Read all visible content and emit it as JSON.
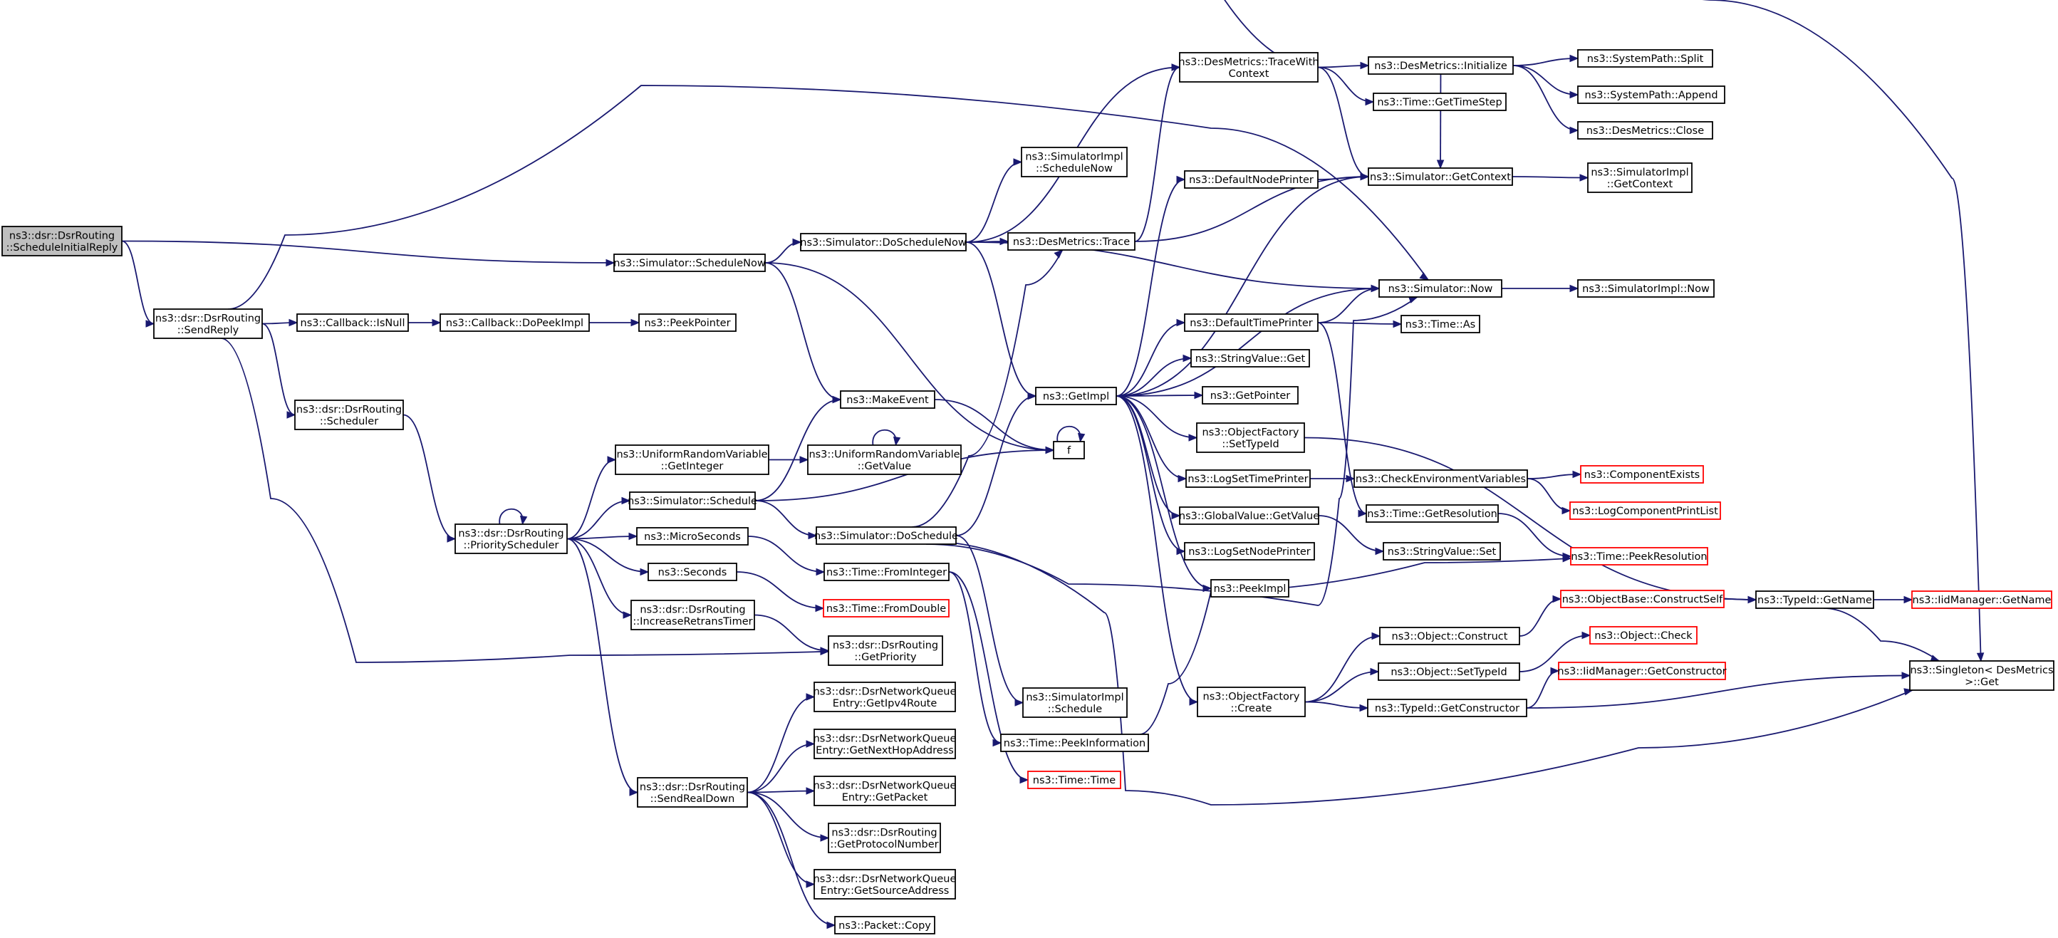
{
  "diagram": {
    "nodes": [
      {
        "id": "root",
        "lines": [
          "ns3::dsr::DsrRouting",
          "::ScheduleInitialReply"
        ],
        "style": "root"
      },
      {
        "id": "sendreply",
        "lines": [
          "ns3::dsr::DsrRouting",
          "::SendReply"
        ]
      },
      {
        "id": "schednow",
        "lines": [
          "ns3::Simulator::ScheduleNow"
        ]
      },
      {
        "id": "doschednow",
        "lines": [
          "ns3::Simulator::DoScheduleNow"
        ]
      },
      {
        "id": "simimplschednow",
        "lines": [
          "ns3::SimulatorImpl",
          "::ScheduleNow"
        ]
      },
      {
        "id": "destrace",
        "lines": [
          "ns3::DesMetrics::Trace"
        ]
      },
      {
        "id": "destracewith",
        "lines": [
          "ns3::DesMetrics::TraceWith",
          "Context"
        ]
      },
      {
        "id": "desinit",
        "lines": [
          "ns3::DesMetrics::Initialize"
        ]
      },
      {
        "id": "syssplit",
        "lines": [
          "ns3::SystemPath::Split"
        ]
      },
      {
        "id": "sysappend",
        "lines": [
          "ns3::SystemPath::Append"
        ]
      },
      {
        "id": "desclose",
        "lines": [
          "ns3::DesMetrics::Close"
        ]
      },
      {
        "id": "timegetstep",
        "lines": [
          "ns3::Time::GetTimeStep"
        ]
      },
      {
        "id": "defnodeprinter",
        "lines": [
          "ns3::DefaultNodePrinter"
        ]
      },
      {
        "id": "simgetcontext",
        "lines": [
          "ns3::Simulator::GetContext"
        ]
      },
      {
        "id": "simimplgetcontext",
        "lines": [
          "ns3::SimulatorImpl",
          "::GetContext"
        ]
      },
      {
        "id": "simnow",
        "lines": [
          "ns3::Simulator::Now"
        ]
      },
      {
        "id": "simimplnow",
        "lines": [
          "ns3::SimulatorImpl::Now"
        ]
      },
      {
        "id": "deftimeprinter",
        "lines": [
          "ns3::DefaultTimePrinter"
        ]
      },
      {
        "id": "timeas",
        "lines": [
          "ns3::Time::As"
        ]
      },
      {
        "id": "stringvalueget",
        "lines": [
          "ns3::StringValue::Get"
        ]
      },
      {
        "id": "getimpl",
        "lines": [
          "ns3::GetImpl"
        ]
      },
      {
        "id": "getpointer",
        "lines": [
          "ns3::GetPointer"
        ]
      },
      {
        "id": "objfactsettypeid",
        "lines": [
          "ns3::ObjectFactory",
          "::SetTypeId"
        ]
      },
      {
        "id": "logsettimeprinter",
        "lines": [
          "ns3::LogSetTimePrinter"
        ]
      },
      {
        "id": "checkenv",
        "lines": [
          "ns3::CheckEnvironmentVariables"
        ]
      },
      {
        "id": "compexists",
        "lines": [
          "ns3::ComponentExists"
        ],
        "style": "red"
      },
      {
        "id": "logcompprint",
        "lines": [
          "ns3::LogComponentPrintList"
        ],
        "style": "red"
      },
      {
        "id": "timegetres",
        "lines": [
          "ns3::Time::GetResolution"
        ]
      },
      {
        "id": "globalvalueget",
        "lines": [
          "ns3::GlobalValue::GetValue"
        ]
      },
      {
        "id": "stringvalueset",
        "lines": [
          "ns3::StringValue::Set"
        ]
      },
      {
        "id": "logsetnodeprinter",
        "lines": [
          "ns3::LogSetNodePrinter"
        ]
      },
      {
        "id": "peekimpl",
        "lines": [
          "ns3::PeekImpl"
        ]
      },
      {
        "id": "timepeekres",
        "lines": [
          "ns3::Time::PeekResolution"
        ],
        "style": "red"
      },
      {
        "id": "objfactcreate",
        "lines": [
          "ns3::ObjectFactory",
          "::Create"
        ]
      },
      {
        "id": "objconstruct",
        "lines": [
          "ns3::Object::Construct"
        ]
      },
      {
        "id": "objbaseconstructself",
        "lines": [
          "ns3::ObjectBase::ConstructSelf"
        ],
        "style": "red"
      },
      {
        "id": "typeidgetname",
        "lines": [
          "ns3::TypeId::GetName"
        ]
      },
      {
        "id": "iidgetname",
        "lines": [
          "ns3::IidManager::GetName"
        ],
        "style": "red"
      },
      {
        "id": "objsettypeid",
        "lines": [
          "ns3::Object::SetTypeId"
        ]
      },
      {
        "id": "objcheck",
        "lines": [
          "ns3::Object::Check"
        ],
        "style": "red"
      },
      {
        "id": "typeidgetctor",
        "lines": [
          "ns3::TypeId::GetConstructor"
        ]
      },
      {
        "id": "iidgetctor",
        "lines": [
          "ns3::IidManager::GetConstructor"
        ],
        "style": "red"
      },
      {
        "id": "singleton",
        "lines": [
          "ns3::Singleton< DesMetrics",
          " >::Get"
        ]
      },
      {
        "id": "cbisnull",
        "lines": [
          "ns3::Callback::IsNull"
        ]
      },
      {
        "id": "cbdopeek",
        "lines": [
          "ns3::Callback::DoPeekImpl"
        ]
      },
      {
        "id": "peekpointer",
        "lines": [
          "ns3::PeekPointer"
        ]
      },
      {
        "id": "scheduler",
        "lines": [
          "ns3::dsr::DsrRouting",
          "::Scheduler"
        ]
      },
      {
        "id": "makeevent",
        "lines": [
          "ns3::MakeEvent"
        ]
      },
      {
        "id": "f",
        "lines": [
          "f"
        ]
      },
      {
        "id": "urvgetint",
        "lines": [
          "ns3::UniformRandomVariable",
          "::GetInteger"
        ]
      },
      {
        "id": "urvgetval",
        "lines": [
          "ns3::UniformRandomVariable",
          "::GetValue"
        ]
      },
      {
        "id": "simschedule",
        "lines": [
          "ns3::Simulator::Schedule"
        ]
      },
      {
        "id": "simdoschedule",
        "lines": [
          "ns3::Simulator::DoSchedule"
        ]
      },
      {
        "id": "priosched",
        "lines": [
          "ns3::dsr::DsrRouting",
          "::PriorityScheduler"
        ]
      },
      {
        "id": "microseconds",
        "lines": [
          "ns3::MicroSeconds"
        ]
      },
      {
        "id": "seconds",
        "lines": [
          "ns3::Seconds"
        ]
      },
      {
        "id": "timefromint",
        "lines": [
          "ns3::Time::FromInteger"
        ]
      },
      {
        "id": "timefromdouble",
        "lines": [
          "ns3::Time::FromDouble"
        ],
        "style": "red"
      },
      {
        "id": "incretrans",
        "lines": [
          "ns3::dsr::DsrRouting",
          "::IncreaseRetransTimer"
        ]
      },
      {
        "id": "getpriority",
        "lines": [
          "ns3::dsr::DsrRouting",
          "::GetPriority"
        ]
      },
      {
        "id": "simimplschedule",
        "lines": [
          "ns3::SimulatorImpl",
          "::Schedule"
        ]
      },
      {
        "id": "timepeekinfo",
        "lines": [
          "ns3::Time::PeekInformation"
        ]
      },
      {
        "id": "timetime",
        "lines": [
          "ns3::Time::Time"
        ],
        "style": "red"
      },
      {
        "id": "sendrealdown",
        "lines": [
          "ns3::dsr::DsrRouting",
          "::SendRealDown"
        ]
      },
      {
        "id": "nqgetipv4",
        "lines": [
          "ns3::dsr::DsrNetworkQueue",
          "Entry::GetIpv4Route"
        ]
      },
      {
        "id": "nqgetnexthop",
        "lines": [
          "ns3::dsr::DsrNetworkQueue",
          "Entry::GetNextHopAddress"
        ]
      },
      {
        "id": "nqgetpacket",
        "lines": [
          "ns3::dsr::DsrNetworkQueue",
          "Entry::GetPacket"
        ]
      },
      {
        "id": "getprotonum",
        "lines": [
          "ns3::dsr::DsrRouting",
          "::GetProtocolNumber"
        ]
      },
      {
        "id": "nqgetsrc",
        "lines": [
          "ns3::dsr::DsrNetworkQueue",
          "Entry::GetSourceAddress"
        ]
      },
      {
        "id": "packetcopy",
        "lines": [
          "ns3::Packet::Copy"
        ]
      }
    ],
    "edges": [
      [
        "root",
        "schednow"
      ],
      [
        "root",
        "sendreply"
      ],
      [
        "schednow",
        "doschednow"
      ],
      [
        "schednow",
        "makeevent"
      ],
      [
        "schednow",
        "f"
      ],
      [
        "doschednow",
        "simimplschednow"
      ],
      [
        "doschednow",
        "destrace"
      ],
      [
        "doschednow",
        "destracewith"
      ],
      [
        "doschednow",
        "simnow"
      ],
      [
        "doschednow",
        "getimpl"
      ],
      [
        "destrace",
        "destracewith"
      ],
      [
        "destrace",
        "simgetcontext"
      ],
      [
        "destracewith",
        "desinit"
      ],
      [
        "destracewith",
        "timegetstep"
      ],
      [
        "destracewith",
        "simgetcontext"
      ],
      [
        "desinit",
        "syssplit"
      ],
      [
        "desinit",
        "sysappend"
      ],
      [
        "desinit",
        "desclose"
      ],
      [
        "desinit",
        "simgetcontext"
      ],
      [
        "destracewith",
        "singleton"
      ],
      [
        "simgetcontext",
        "simimplgetcontext"
      ],
      [
        "defnodeprinter",
        "simgetcontext"
      ],
      [
        "simnow",
        "simimplnow"
      ],
      [
        "deftimeprinter",
        "simnow"
      ],
      [
        "deftimeprinter",
        "timeas"
      ],
      [
        "deftimeprinter",
        "timegetres"
      ],
      [
        "getimpl",
        "defnodeprinter"
      ],
      [
        "getimpl",
        "simgetcontext"
      ],
      [
        "getimpl",
        "simnow"
      ],
      [
        "getimpl",
        "deftimeprinter"
      ],
      [
        "getimpl",
        "stringvalueget"
      ],
      [
        "getimpl",
        "getpointer"
      ],
      [
        "getimpl",
        "objfactsettypeid"
      ],
      [
        "getimpl",
        "logsettimeprinter"
      ],
      [
        "getimpl",
        "globalvalueget"
      ],
      [
        "getimpl",
        "logsetnodeprinter"
      ],
      [
        "getimpl",
        "peekimpl"
      ],
      [
        "getimpl",
        "objfactcreate"
      ],
      [
        "objfactsettypeid",
        "typeidgetname"
      ],
      [
        "logsettimeprinter",
        "checkenv"
      ],
      [
        "checkenv",
        "compexists"
      ],
      [
        "checkenv",
        "logcompprint"
      ],
      [
        "timegetres",
        "timepeekres"
      ],
      [
        "globalvalueget",
        "stringvalueset"
      ],
      [
        "objfactcreate",
        "objconstruct"
      ],
      [
        "objfactcreate",
        "objsettypeid"
      ],
      [
        "objfactcreate",
        "typeidgetctor"
      ],
      [
        "objconstruct",
        "objbaseconstructself"
      ],
      [
        "objbaseconstructself",
        "typeidgetname"
      ],
      [
        "typeidgetname",
        "iidgetname"
      ],
      [
        "typeidgetname",
        "singleton"
      ],
      [
        "objsettypeid",
        "objcheck"
      ],
      [
        "typeidgetctor",
        "iidgetctor"
      ],
      [
        "typeidgetctor",
        "singleton"
      ],
      [
        "sendreply",
        "cbisnull"
      ],
      [
        "sendreply",
        "simnow"
      ],
      [
        "sendreply",
        "scheduler"
      ],
      [
        "sendreply",
        "getpriority"
      ],
      [
        "cbisnull",
        "cbdopeek"
      ],
      [
        "cbdopeek",
        "peekpointer"
      ],
      [
        "scheduler",
        "priosched"
      ],
      [
        "makeevent",
        "f"
      ],
      [
        "f",
        "f"
      ],
      [
        "urvgetint",
        "urvgetval"
      ],
      [
        "urvgetval",
        "urvgetval"
      ],
      [
        "simschedule",
        "makeevent"
      ],
      [
        "simschedule",
        "f"
      ],
      [
        "simschedule",
        "simdoschedule"
      ],
      [
        "simdoschedule",
        "destrace"
      ],
      [
        "simdoschedule",
        "getimpl"
      ],
      [
        "simdoschedule",
        "simnow"
      ],
      [
        "simdoschedule",
        "simimplschedule"
      ],
      [
        "simdoschedule",
        "singleton"
      ],
      [
        "priosched",
        "priosched"
      ],
      [
        "priosched",
        "urvgetint"
      ],
      [
        "priosched",
        "simschedule"
      ],
      [
        "priosched",
        "microseconds"
      ],
      [
        "priosched",
        "seconds"
      ],
      [
        "priosched",
        "incretrans"
      ],
      [
        "priosched",
        "sendrealdown"
      ],
      [
        "microseconds",
        "timefromint"
      ],
      [
        "seconds",
        "timefromdouble"
      ],
      [
        "timefromint",
        "timepeekinfo"
      ],
      [
        "timefromint",
        "timetime"
      ],
      [
        "timepeekinfo",
        "timepeekres"
      ],
      [
        "incretrans",
        "getpriority"
      ],
      [
        "sendrealdown",
        "nqgetipv4"
      ],
      [
        "sendrealdown",
        "nqgetnexthop"
      ],
      [
        "sendrealdown",
        "nqgetpacket"
      ],
      [
        "sendrealdown",
        "getprotonum"
      ],
      [
        "sendrealdown",
        "nqgetsrc"
      ],
      [
        "sendrealdown",
        "packetcopy"
      ]
    ]
  }
}
